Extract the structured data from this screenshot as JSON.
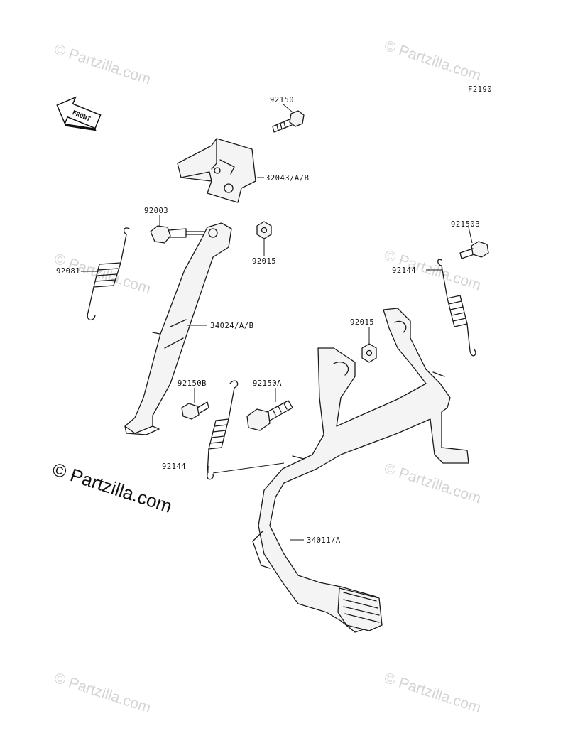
{
  "figure_code": "F2190",
  "front_arrow_label": "FRONT",
  "watermark": {
    "small": "© Partzilla.com",
    "large": "© Partzilla.com"
  },
  "callouts": {
    "c92150": "92150",
    "c32043": "32043/A/B",
    "c92003": "92003",
    "c92015_top": "92015",
    "c92081": "92081",
    "c34024": "34024/A/B",
    "c92150B_right": "92150B",
    "c92144_right": "92144",
    "c92015_mid": "92015",
    "c92150B_left": "92150B",
    "c92150A": "92150A",
    "c92144_left": "92144",
    "c34011": "34011/A"
  }
}
